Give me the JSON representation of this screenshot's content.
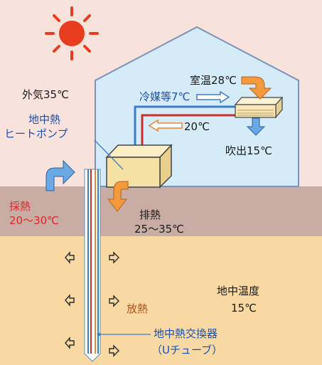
{
  "colors": {
    "sky": "#f8e2dc",
    "house_wall": "#d6ebf8",
    "house_outline": "#7b92bd",
    "soil_surface": "#c9aca4",
    "underground": "#f9d9a3",
    "sun": "#e83c1e",
    "arrow_hot": "#f39a3f",
    "arrow_cool": "#6aa9e4",
    "pipe_red": "#c6322a",
    "pipe_blue": "#3d7fc4",
    "text_dark": "#1a1a1a",
    "text_blue": "#1c50a8",
    "text_red": "#d9282b",
    "text_orange": "#b34b12"
  },
  "labels": {
    "outside_air": "外気35℃",
    "room_temp": "室温28℃",
    "refrigerant": "冷媒等7℃",
    "return_temp": "20℃",
    "outlet": "吹出15℃",
    "heat_pump_line1": "地中熱",
    "heat_pump_line2": "ヒートポンプ",
    "heat_collection": "採熱",
    "heat_collection_range": "20〜30℃",
    "exhaust_heat": "排熱",
    "exhaust_range": "25〜35℃",
    "ground_temp_title": "地中温度",
    "ground_temp_value": "15℃",
    "heat_release": "放熱",
    "exchanger_line1": "地中熱交換器",
    "exchanger_line2": "（Uチューブ）"
  },
  "icons": [
    "sun-icon",
    "outdoor-unit-icon",
    "indoor-air-conditioner-icon",
    "flow-arrow-icon",
    "heat-release-arrow-icon"
  ]
}
